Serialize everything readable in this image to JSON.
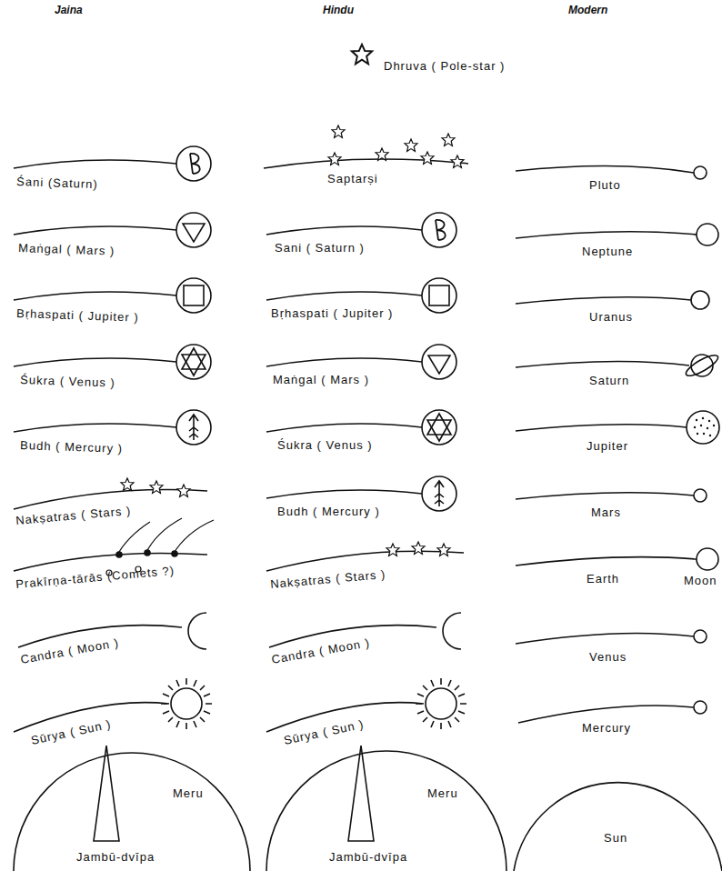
{
  "diagram": {
    "labels": [
      "Jaina",
      "Hindu",
      "Modern",
      "Dhruva ( Pole-star )",
      "Śani (Saturn)",
      "Saptarṣi",
      "Pluto",
      "Maṅgal ( Mars )",
      "Sani ( Saturn )",
      "Neptune",
      "Bṛhaspati ( Jupiter )",
      "Bṛhaspati ( Jupiter )",
      "Uranus",
      "Śukra ( Venus )",
      "Maṅgal ( Mars )",
      "Saturn",
      "Budh ( Mercury )",
      "Śukra ( Venus )",
      "Jupiter",
      "Nakṣatras ( Stars )",
      "Budh ( Mercury )",
      "Mars",
      "Prakīrṇa-tārās (Comets ?)",
      "Nakṣatras ( Stars )",
      "Earth",
      "Moon",
      "Candra ( Moon )",
      "Candra ( Moon )",
      "Venus",
      "Sūrya ( Sun )",
      "Sūrya ( Sun )",
      "Mercury",
      "Meru",
      "Jambū-dvīpa",
      "Meru",
      "Jambū-dvīpa",
      "Sun"
    ]
  }
}
